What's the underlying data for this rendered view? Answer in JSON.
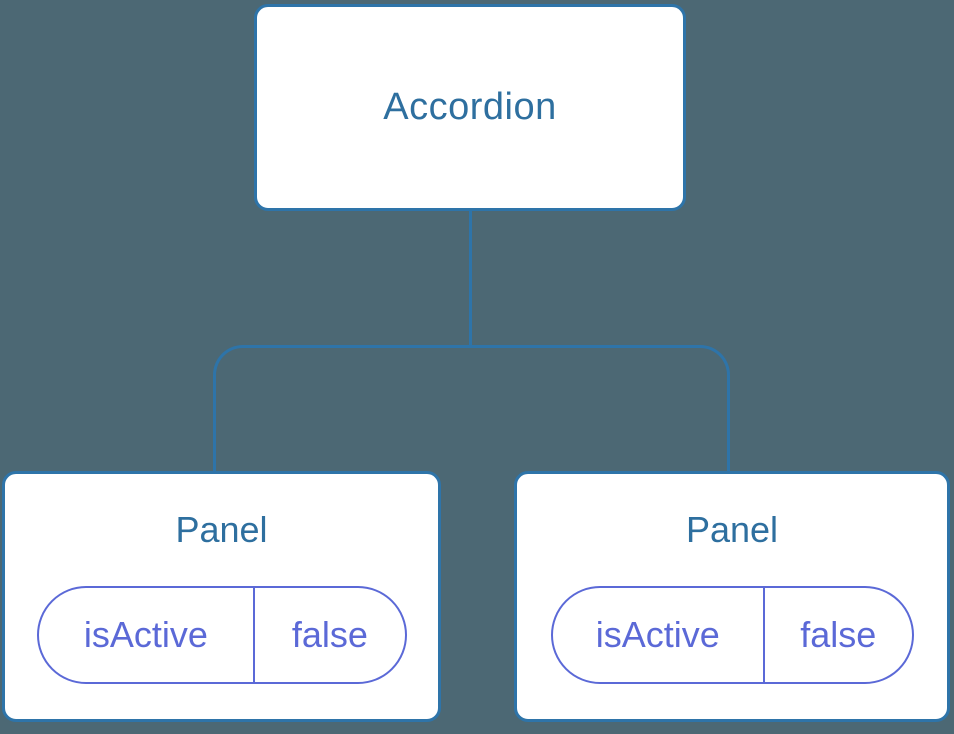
{
  "diagram": {
    "root": {
      "label": "Accordion"
    },
    "panels": [
      {
        "title": "Panel",
        "state": {
          "key": "isActive",
          "value": "false"
        }
      },
      {
        "title": "Panel",
        "state": {
          "key": "isActive",
          "value": "false"
        }
      }
    ],
    "colors": {
      "background": "#4c6874",
      "node_fill": "#ffffff",
      "node_border": "#2e74a9",
      "node_text": "#2e6f9f",
      "connector": "#2e74a9",
      "pill_accent": "#5b69d7"
    }
  }
}
